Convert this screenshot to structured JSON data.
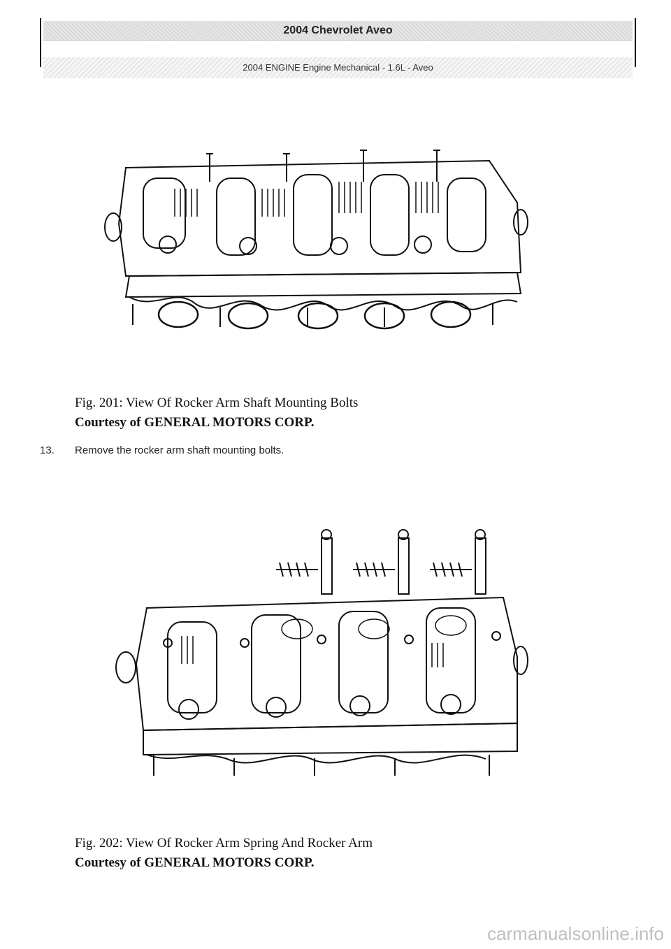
{
  "header": {
    "title": "2004 Chevrolet Aveo",
    "subtitle": "2004 ENGINE Engine Mechanical - 1.6L - Aveo"
  },
  "figure1": {
    "caption": "Fig. 201: View Of Rocker Arm Shaft Mounting Bolts",
    "credit": "Courtesy of GENERAL MOTORS CORP."
  },
  "step": {
    "number": "13.",
    "text": "Remove the rocker arm shaft mounting bolts."
  },
  "figure2": {
    "caption": "Fig. 202: View Of Rocker Arm Spring And Rocker Arm",
    "credit": "Courtesy of GENERAL MOTORS CORP."
  },
  "footer": {
    "watermark": "carmanualsonline.info"
  }
}
